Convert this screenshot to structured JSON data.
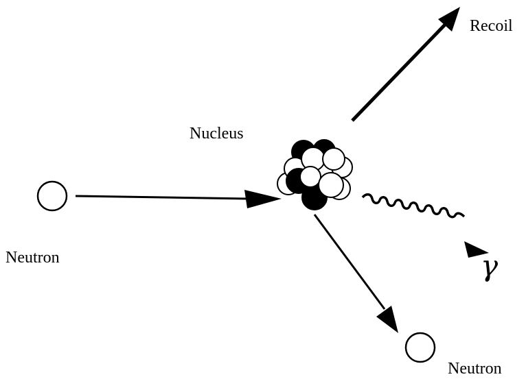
{
  "labels": {
    "nucleus": "Nucleus",
    "incoming_neutron": "Neutron",
    "outgoing_neutron": "Neutron",
    "recoil": "Recoil",
    "gamma": "γ"
  },
  "colors": {
    "ink": "#000000",
    "background": "#ffffff"
  }
}
